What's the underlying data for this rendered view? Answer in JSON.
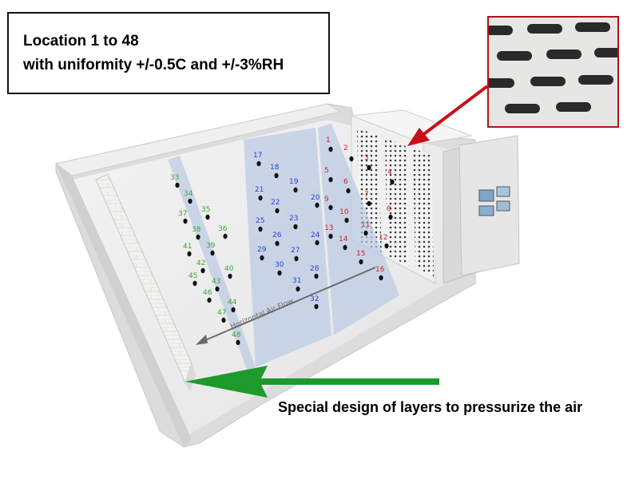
{
  "info_box": {
    "line1": "Location 1 to 48",
    "line2": "with uniformity +/-0.5C and +/-3%RH"
  },
  "airflow_label": "Horizontal Air Flow",
  "caption": "Special design of layers to pressurize the air",
  "colors": {
    "group_red": "#d2232a",
    "group_blue": "#2a3ed6",
    "group_green": "#3aa43a",
    "green_arrow": "#1c9a2a",
    "red_arrow": "#c8101a",
    "panel_fill": "#b9cbe4",
    "gray_arrow": "#6a6a6a"
  },
  "locations": [
    {
      "id": "1",
      "group": "red"
    },
    {
      "id": "2",
      "group": "red"
    },
    {
      "id": "3",
      "group": "red"
    },
    {
      "id": "4",
      "group": "red"
    },
    {
      "id": "5",
      "group": "red"
    },
    {
      "id": "6",
      "group": "red"
    },
    {
      "id": "7",
      "group": "red"
    },
    {
      "id": "8",
      "group": "red"
    },
    {
      "id": "9",
      "group": "red"
    },
    {
      "id": "10",
      "group": "red"
    },
    {
      "id": "11",
      "group": "red"
    },
    {
      "id": "12",
      "group": "red"
    },
    {
      "id": "13",
      "group": "red"
    },
    {
      "id": "14",
      "group": "red"
    },
    {
      "id": "15",
      "group": "red"
    },
    {
      "id": "16",
      "group": "red"
    },
    {
      "id": "17",
      "group": "blue"
    },
    {
      "id": "18",
      "group": "blue"
    },
    {
      "id": "19",
      "group": "blue"
    },
    {
      "id": "20",
      "group": "blue"
    },
    {
      "id": "21",
      "group": "blue"
    },
    {
      "id": "22",
      "group": "blue"
    },
    {
      "id": "23",
      "group": "blue"
    },
    {
      "id": "24",
      "group": "blue"
    },
    {
      "id": "25",
      "group": "blue"
    },
    {
      "id": "26",
      "group": "blue"
    },
    {
      "id": "27",
      "group": "blue"
    },
    {
      "id": "28",
      "group": "blue"
    },
    {
      "id": "29",
      "group": "blue"
    },
    {
      "id": "30",
      "group": "blue"
    },
    {
      "id": "31",
      "group": "blue"
    },
    {
      "id": "32",
      "group": "blue"
    },
    {
      "id": "33",
      "group": "green"
    },
    {
      "id": "34",
      "group": "green"
    },
    {
      "id": "35",
      "group": "green"
    },
    {
      "id": "36",
      "group": "green"
    },
    {
      "id": "37",
      "group": "green"
    },
    {
      "id": "38",
      "group": "green"
    },
    {
      "id": "39",
      "group": "green"
    },
    {
      "id": "40",
      "group": "green"
    },
    {
      "id": "41",
      "group": "green"
    },
    {
      "id": "42",
      "group": "green"
    },
    {
      "id": "43",
      "group": "green"
    },
    {
      "id": "44",
      "group": "green"
    },
    {
      "id": "45",
      "group": "green"
    },
    {
      "id": "46",
      "group": "green"
    },
    {
      "id": "47",
      "group": "green"
    },
    {
      "id": "48",
      "group": "green"
    }
  ]
}
